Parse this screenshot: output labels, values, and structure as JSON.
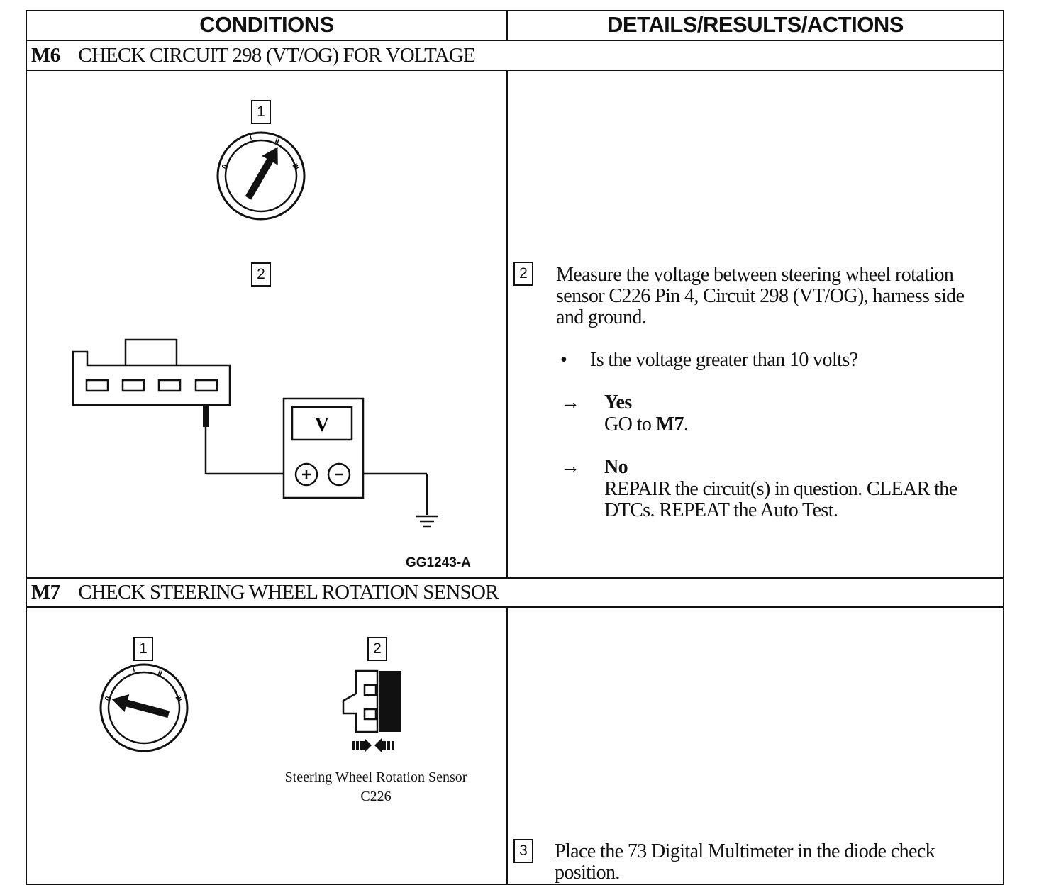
{
  "table": {
    "header_conditions": "CONDITIONS",
    "header_details": "DETAILS/RESULTS/ACTIONS"
  },
  "m6": {
    "id": "M6",
    "title": "CHECK CIRCUIT 298 (VT/OG) FOR VOLTAGE",
    "fig_step1": "1",
    "fig_step2": "2",
    "meter_symbol": "V",
    "figure_id": "GG1243-A",
    "ignition_positions": [
      "0",
      "I",
      "II",
      "III"
    ],
    "action_step": "2",
    "action_text": "Measure the voltage between steering wheel rotation sensor C226 Pin 4, Circuit 298 (VT/OG), harness side and ground.",
    "bullet": "•",
    "question": "Is the voltage greater than 10 volts?",
    "arrow": "→",
    "yes_label": "Yes",
    "yes_action_prefix": "GO to ",
    "yes_action_target": "M7",
    "yes_action_suffix": ".",
    "no_label": "No",
    "no_action": "REPAIR the circuit(s) in question. CLEAR the DTCs. REPEAT the Auto Test."
  },
  "m7": {
    "id": "M7",
    "title": "CHECK STEERING WHEEL ROTATION SENSOR",
    "fig_step1": "1",
    "fig_step2": "2",
    "ignition_positions": [
      "0",
      "I",
      "II",
      "III"
    ],
    "connector_caption_line1": "Steering Wheel Rotation Sensor",
    "connector_caption_line2": "C226",
    "action_step": "3",
    "action_text": "Place the 73 Digital Multimeter in the diode check position."
  },
  "icons": {
    "ignition": "ignition-key-switch-icon",
    "meter": "voltmeter-icon",
    "ground": "ground-symbol-icon",
    "connector": "harness-connector-icon"
  }
}
